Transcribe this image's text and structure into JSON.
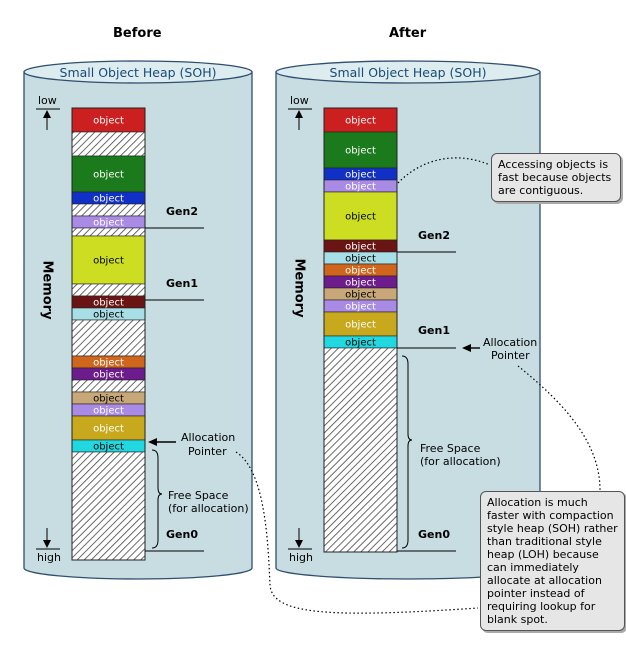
{
  "headings": {
    "before": "Before",
    "after": "After"
  },
  "cylinder_title": "Small Object Heap (SOH)",
  "scale": {
    "low": "low",
    "high": "high",
    "memory": "Memory"
  },
  "object_label": "object",
  "labels": {
    "gen2": "Gen2",
    "gen1": "Gen1",
    "gen0": "Gen0",
    "alloc_line1": "Allocation",
    "alloc_line2": "Pointer",
    "free_line1": "Free Space",
    "free_line2": "(for allocation)"
  },
  "callouts": {
    "contiguous": "Accessing objects is fast because objects are contiguous.",
    "compaction": "Allocation is much faster with compaction style heap (SOH) rather than traditional style heap (LOH) because can immediately allocate at allocation pointer instead of requiring lookup for blank spot."
  },
  "colors": {
    "red": "#cc1f1f",
    "green": "#1b7a1b",
    "blue": "#1030c8",
    "lavender": "#a98be6",
    "lime": "#ccdd22",
    "maroon": "#6b1414",
    "orange": "#d0661c",
    "purple": "#6c1c8c",
    "tan": "#c8a878",
    "gold": "#c8a81c",
    "cyan": "#22d8e0",
    "lightblue": "#a8dfe6",
    "cylinder": "#c8dde2"
  },
  "before_column": [
    {
      "kind": "object",
      "color": "red",
      "size": 24
    },
    {
      "kind": "free",
      "size": 24
    },
    {
      "kind": "object",
      "color": "green",
      "size": 36
    },
    {
      "kind": "object",
      "color": "blue",
      "size": 12
    },
    {
      "kind": "free",
      "size": 12
    },
    {
      "kind": "object",
      "color": "lavender",
      "size": 12
    },
    {
      "kind": "free",
      "size": 8
    },
    {
      "kind": "object",
      "color": "lime",
      "size": 48
    },
    {
      "kind": "free",
      "size": 12
    },
    {
      "kind": "object",
      "color": "maroon",
      "size": 12
    },
    {
      "kind": "object",
      "color": "lightblue",
      "size": 12
    },
    {
      "kind": "free",
      "size": 36
    },
    {
      "kind": "object",
      "color": "orange",
      "size": 12
    },
    {
      "kind": "object",
      "color": "purple",
      "size": 12
    },
    {
      "kind": "free",
      "size": 12
    },
    {
      "kind": "object",
      "color": "tan",
      "size": 12
    },
    {
      "kind": "object",
      "color": "lavender",
      "size": 12
    },
    {
      "kind": "object",
      "color": "gold",
      "size": 24
    },
    {
      "kind": "object",
      "color": "cyan",
      "size": 12
    },
    {
      "kind": "free",
      "size": 108
    }
  ],
  "after_column": [
    {
      "kind": "object",
      "color": "red",
      "size": 24
    },
    {
      "kind": "object",
      "color": "green",
      "size": 36
    },
    {
      "kind": "object",
      "color": "blue",
      "size": 12
    },
    {
      "kind": "object",
      "color": "lavender",
      "size": 12
    },
    {
      "kind": "object",
      "color": "lime",
      "size": 48
    },
    {
      "kind": "object",
      "color": "maroon",
      "size": 12
    },
    {
      "kind": "object",
      "color": "lightblue",
      "size": 12
    },
    {
      "kind": "object",
      "color": "orange",
      "size": 12
    },
    {
      "kind": "object",
      "color": "purple",
      "size": 12
    },
    {
      "kind": "object",
      "color": "tan",
      "size": 12
    },
    {
      "kind": "object",
      "color": "lavender",
      "size": 12
    },
    {
      "kind": "object",
      "color": "gold",
      "size": 24
    },
    {
      "kind": "object",
      "color": "cyan",
      "size": 12
    },
    {
      "kind": "free",
      "size": 204
    }
  ]
}
